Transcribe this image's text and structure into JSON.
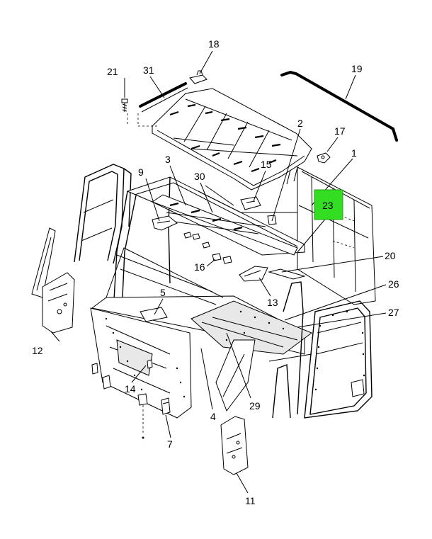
{
  "callouts": {
    "c1": "1",
    "c2": "2",
    "c3": "3",
    "c4": "4",
    "c5": "5",
    "c7": "7",
    "c9": "9",
    "c11": "11",
    "c12": "12",
    "c13": "13",
    "c14": "14",
    "c15": "15",
    "c16": "16",
    "c17": "17",
    "c18": "18",
    "c19": "19",
    "c20": "20",
    "c21": "21",
    "c23": "23",
    "c26": "26",
    "c27": "27",
    "c29": "29",
    "c30": "30",
    "c31": "31"
  },
  "highlighted_callout": "23",
  "colors": {
    "highlight": "#33dd22",
    "line": "#000000",
    "background": "#ffffff"
  }
}
